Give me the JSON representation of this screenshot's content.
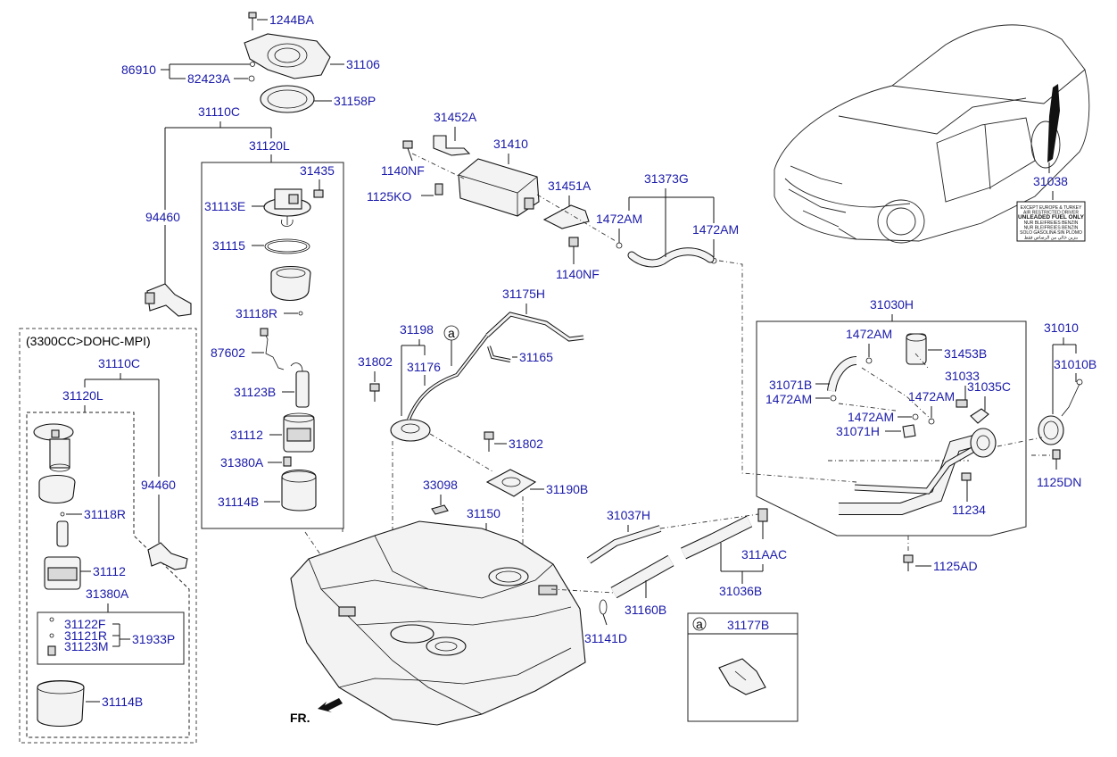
{
  "labels": {
    "p1244BA": "1244BA",
    "p86910": "86910",
    "p82423A": "82423A",
    "p31106": "31106",
    "p31158P": "31158P",
    "p31110C_top": "31110C",
    "p31120L_top": "31120L",
    "p31435": "31435",
    "p31113E": "31113E",
    "p94460_top": "94460",
    "p31115": "31115",
    "p31118R_top": "31118R",
    "p87602": "87602",
    "p31123B": "31123B",
    "p31112_top": "31112",
    "p31380A_top": "31380A",
    "p31114B_top": "31114B",
    "p31452A": "31452A",
    "p31410": "31410",
    "p1140NF_a": "1140NF",
    "p1125KO": "1125KO",
    "p31451A": "31451A",
    "p1140NF_b": "1140NF",
    "p31373G": "31373G",
    "p1472AM_a": "1472AM",
    "p1472AM_b": "1472AM",
    "p31038": "31038",
    "p31175H": "31175H",
    "p31198": "31198",
    "pCircleA": "a",
    "p31176": "31176",
    "p31165": "31165",
    "p31802_a": "31802",
    "p31802_b": "31802",
    "p33098": "33098",
    "p31190B": "31190B",
    "p31150": "31150",
    "p31037H": "31037H",
    "p311AAC": "311AAC",
    "p31036B": "31036B",
    "p31160B": "31160B",
    "p31141D": "31141D",
    "p31030H": "31030H",
    "p1472AM_c": "1472AM",
    "p31453B": "31453B",
    "p31071B": "31071B",
    "p1472AM_d": "1472AM",
    "p31033": "31033",
    "p1472AM_e": "1472AM",
    "p31035C": "31035C",
    "p1472AM_f": "1472AM",
    "p31071H": "31071H",
    "p31010": "31010",
    "p31010B": "31010B",
    "p1125DN": "1125DN",
    "p11234": "11234",
    "p1125AD": "1125AD",
    "variant": "(3300CC>DOHC-MPI)",
    "v31110C": "31110C",
    "v31120L": "31120L",
    "v94460": "94460",
    "v31118R": "31118R",
    "v31112": "31112",
    "v31380A": "31380A",
    "v31122F": "31122F",
    "v31121R": "31121R",
    "v31123M": "31123M",
    "v31933P": "31933P",
    "v31114B": "31114B",
    "detailA_letter": "a",
    "detailA_part": "31177B",
    "front": "FR."
  },
  "fuel_label_lines": [
    "EXCEPT EUROPE & TURKEY",
    "AIR RESTRICTED DRIVER",
    "UNLEADED FUEL ONLY",
    "NUR BLEIFREIES BENZIN",
    "NUR BLEIFREIES BENZIN",
    "SOLO GASOLINA SIN PLOMO",
    "بنزين خالي من الرصاص فقط"
  ],
  "colors": {
    "label": "#1a1aaa",
    "line": "#111111"
  }
}
